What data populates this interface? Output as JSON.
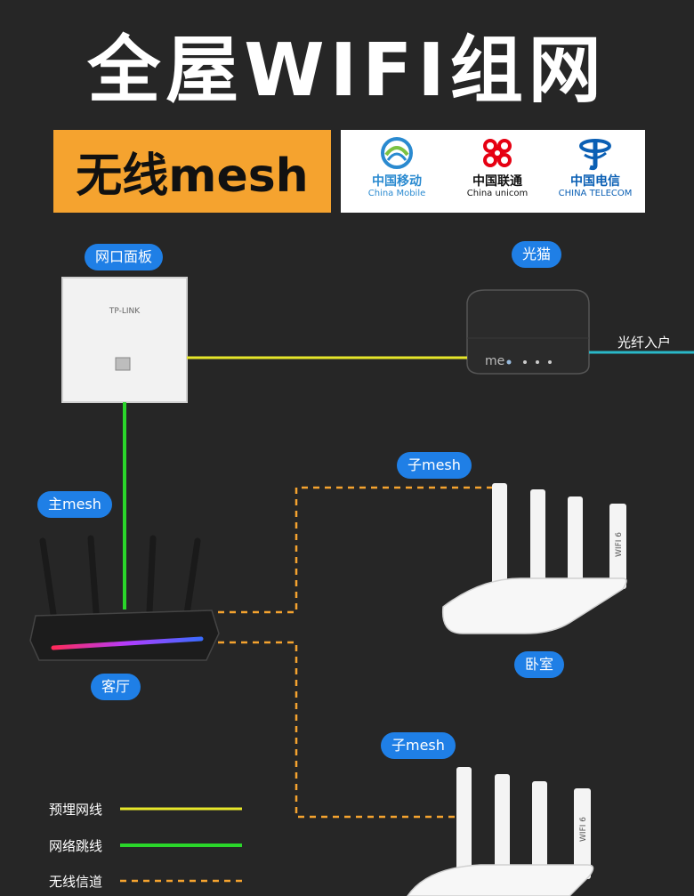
{
  "title": "全屋WIFI组网",
  "mesh_label": "无线mesh",
  "isps": [
    {
      "zh": "中国移动",
      "en": "China Mobile",
      "color": "#2a8ad0"
    },
    {
      "zh": "中国联通",
      "en": "China unicom",
      "color": "#e60012"
    },
    {
      "zh": "中国电信",
      "en": "CHINA TELECOM",
      "color": "#0a5fb4"
    }
  ],
  "devices": {
    "panel_label": "网口面板",
    "panel_brand": "TP-LINK",
    "modem_label": "光猫",
    "modem_brand": "me",
    "fiber_label": "光纤入户",
    "main_mesh_label": "主mesh",
    "living_room_label": "客厅",
    "sub_mesh_1_label": "子mesh",
    "bedroom_label": "卧室",
    "sub_mesh_2_label": "子mesh",
    "router_badge": "WIFI 6"
  },
  "legend": [
    {
      "label": "预埋网线",
      "style": "solid",
      "color": "#e6e62a"
    },
    {
      "label": "网络跳线",
      "style": "solid",
      "color": "#2ad62a"
    },
    {
      "label": "无线信道",
      "style": "dashed",
      "color": "#f5a32f"
    }
  ],
  "colors": {
    "background": "#262626",
    "accent_blue": "#1f7fe6",
    "accent_orange": "#f5a32f",
    "fiber": "#2ab8c8"
  }
}
